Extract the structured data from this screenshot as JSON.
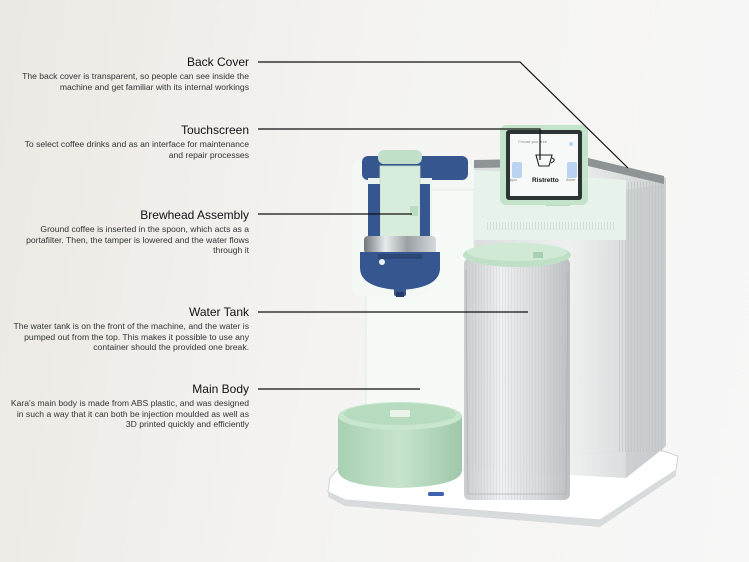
{
  "callouts": [
    {
      "title": "Back Cover",
      "desc": "The back cover is transparent, so people can see inside the machine and get familiar with its internal workings"
    },
    {
      "title": "Touchscreen",
      "desc": "To select coffee drinks and as an interface for maintenance and repair processes"
    },
    {
      "title": "Brewhead Assembly",
      "desc": "Ground coffee is inserted in the spoon, which acts as a portafilter. Then, the tamper is lowered and the water flows through it"
    },
    {
      "title": "Water Tank",
      "desc": "The water tank is on the front of the machine, and the water is pumped out from the top. This makes it possible to use any container should the provided one break."
    },
    {
      "title": "Main Body",
      "desc": "Kara's main body is made from ABS plastic, and was designed in such a way that it can both be injection moulded as well as 3D printed quickly and efficiently"
    }
  ],
  "screen": {
    "prompt": "Choose your drink",
    "selected": "Ristretto",
    "left_item": "ppo",
    "right_item": "Amer"
  },
  "colors": {
    "accent_green": "#bfe0c6",
    "brew_blue": "#35568e",
    "body_white": "#f2f7f3"
  }
}
